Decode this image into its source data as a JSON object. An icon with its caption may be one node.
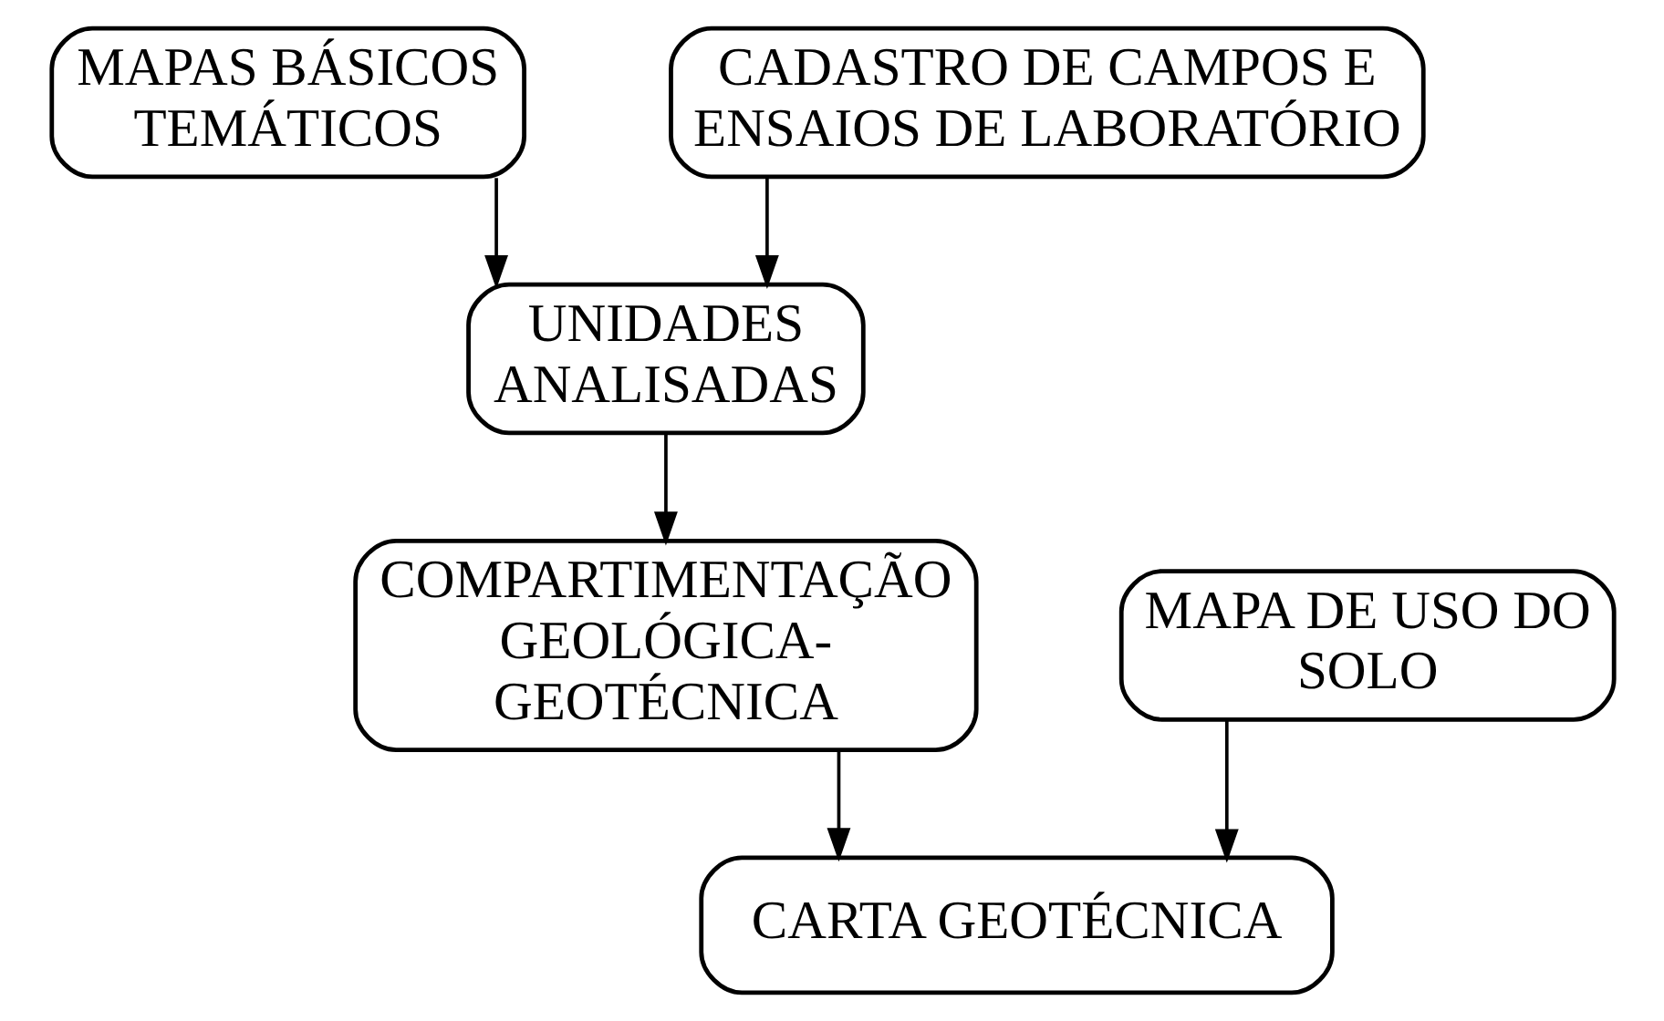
{
  "diagram": {
    "nodes": [
      {
        "text": [
          "MAPAS BÁSICOS TEMÁTICOS"
        ]
      },
      {
        "text": [
          "CADASTRO DE CAMPOS E ENSAIOS DE LABORATÓRIO"
        ]
      },
      {
        "text": [
          "UNIDADES ANALISADAS"
        ]
      },
      {
        "text": [
          "COMPARTIMENTAÇÃO GEOLÓGICA- GEOTÉCNICA"
        ]
      },
      {
        "text": [
          "MAPA DE USO DO SOLO"
        ]
      },
      {
        "text": [
          "CARTA GEOTÉCNICA"
        ]
      }
    ],
    "edges": [
      {
        "from": 0,
        "to": 2,
        "arrow": "to"
      },
      {
        "from": 1,
        "to": 2,
        "arrow": "to"
      },
      {
        "from": 2,
        "to": 3,
        "arrow": "to"
      },
      {
        "from": 3,
        "to": 5,
        "arrow": "to"
      },
      {
        "from": 4,
        "to": 5,
        "arrow": "to"
      }
    ]
  }
}
